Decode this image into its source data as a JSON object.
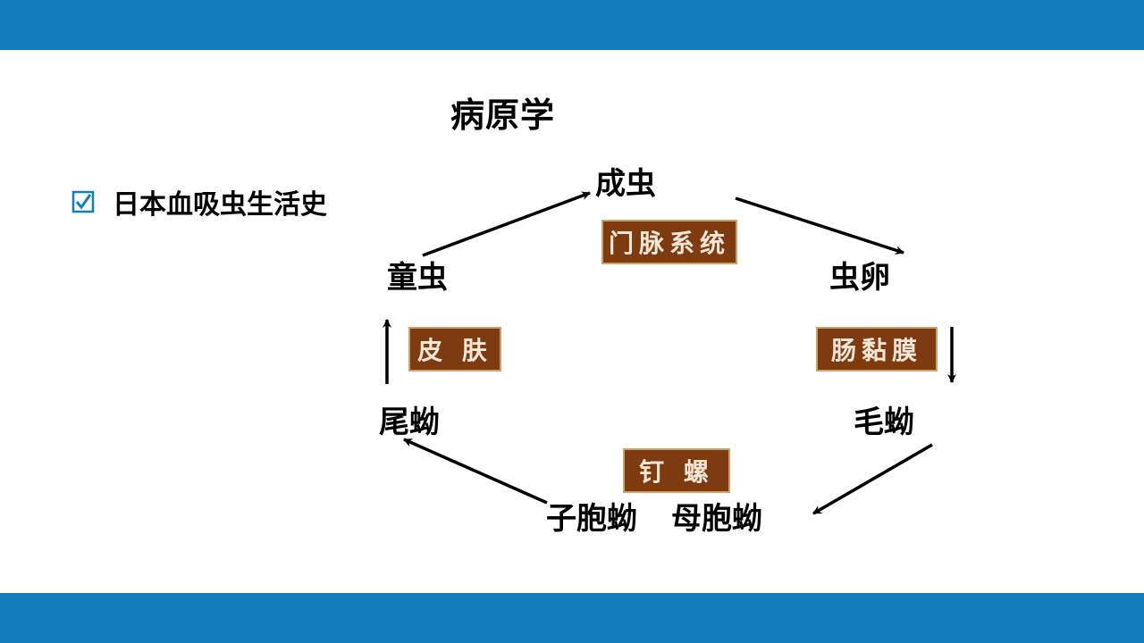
{
  "slide": {
    "title": "病原学",
    "bullet": "日本血吸虫生活史",
    "colors": {
      "band": "#137EB9",
      "label_bg": "#7F3B10",
      "label_text": "#F3E6D6",
      "check": "#137EB9"
    }
  },
  "cycle": {
    "nodes": {
      "adult": "成虫",
      "egg": "虫卵",
      "miracidium": "毛蚴",
      "mother_sporocyst": "母胞蚴",
      "daughter_sporocyst": "子胞蚴",
      "cercaria": "尾蚴",
      "schistosomulum": "童虫"
    },
    "sites": {
      "portal_system": "门脉系统",
      "intestinal_mucosa": "肠黏膜",
      "snail": "钉 螺",
      "skin": "皮 肤"
    }
  }
}
